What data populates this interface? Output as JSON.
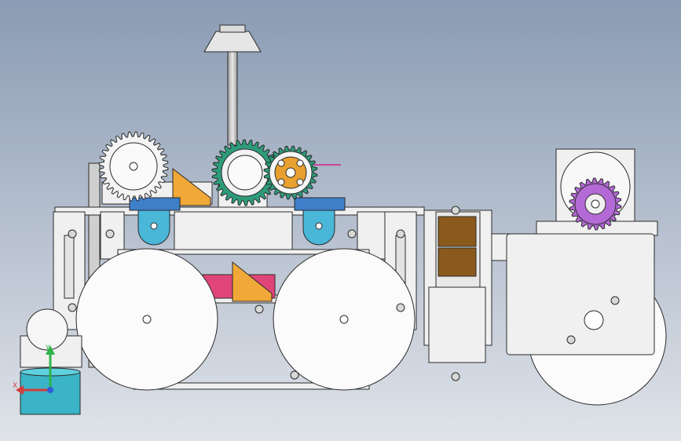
{
  "scene": {
    "type": "cad-assembly-side-view",
    "background_top": "#8a9bb3",
    "background_bottom": "#dfe3e9"
  },
  "colors": {
    "sheet_metal": "#f0f0f0",
    "outline": "#2a2a2a",
    "wheel": "#fbfbfb",
    "mast": "#c9c9c9",
    "gear_white": "#f4f4f4",
    "gear_green": "#2e9c7a",
    "gear_orange": "#e8a030",
    "bracket_orange": "#f0a838",
    "bearing_blue": "#4ab6d8",
    "bearing_plate": "#3f7fc9",
    "pink_plate": "#e0457a",
    "brown_block": "#8a5a1c",
    "purple_gear": "#b46ad6",
    "cyan_base": "#3ab4c6",
    "pink_pin": "#c8449a"
  },
  "triad": {
    "x_label": "X",
    "y_label": "Y",
    "x_color": "#d63b3b",
    "y_color": "#2fb34a",
    "z_color": "#2e5fd6"
  }
}
